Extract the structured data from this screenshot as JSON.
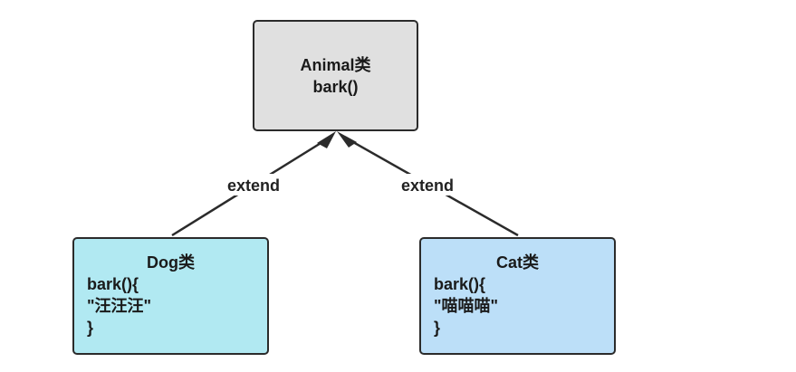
{
  "colors": {
    "parent_fill": "#e0e0e0",
    "dog_fill": "#b1e9f2",
    "cat_fill": "#bcdff8",
    "stroke": "#2b2b2b"
  },
  "parent": {
    "title": "Animal类",
    "method": "bark()"
  },
  "children": [
    {
      "title": "Dog类",
      "lines": [
        "bark(){",
        "\"汪汪汪\"",
        "}"
      ]
    },
    {
      "title": "Cat类",
      "lines": [
        "bark(){",
        "\"喵喵喵\"",
        "}"
      ]
    }
  ],
  "edges": [
    {
      "from": "Dog类",
      "to": "Animal类",
      "label": "extend"
    },
    {
      "from": "Cat类",
      "to": "Animal类",
      "label": "extend"
    }
  ]
}
